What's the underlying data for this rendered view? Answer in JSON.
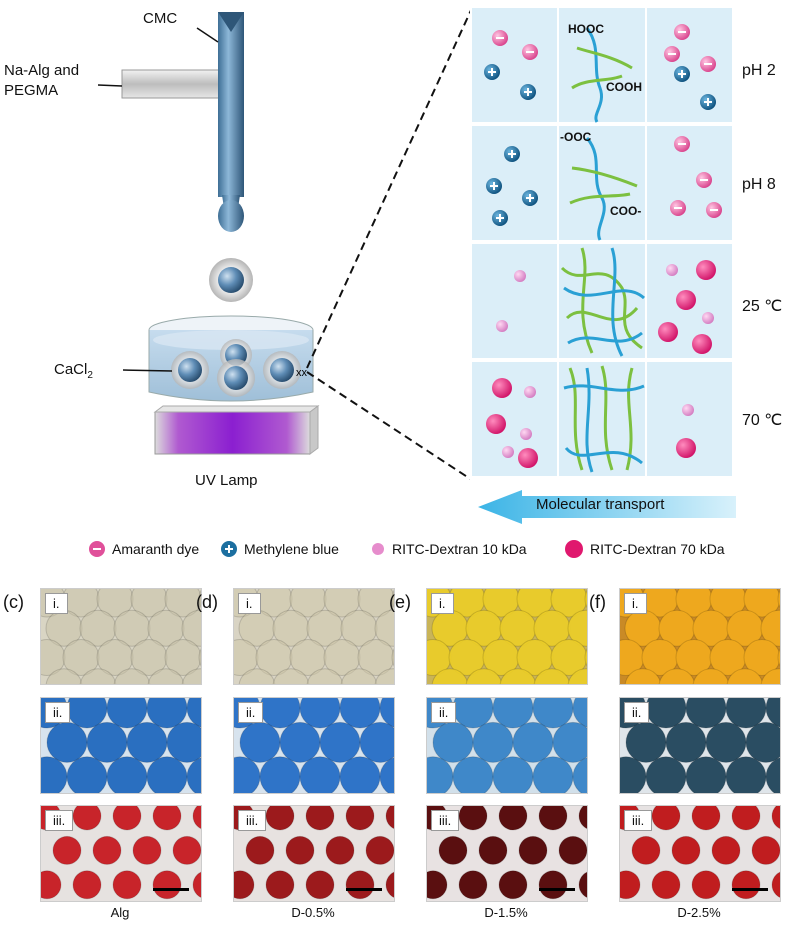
{
  "schematic": {
    "cmc_label": "CMC",
    "inlet_label_line1": "Na-Alg and",
    "inlet_label_line2": "PEGMA",
    "bath_label": "CaCl",
    "bath_sub": "2",
    "uv_label": "UV Lamp"
  },
  "zoom": {
    "rows": [
      {
        "condition": "pH 2",
        "chem_top": "HOOC",
        "chem_right": "COOH"
      },
      {
        "condition": "pH 8",
        "chem_top": "-OOC",
        "chem_right": "COO-"
      },
      {
        "condition": "25 ℃"
      },
      {
        "condition": "70 ℃"
      }
    ],
    "transport_label": "Molecular transport"
  },
  "legend": [
    {
      "label": "Amaranth dye",
      "color": "#e0509a"
    },
    {
      "label": "Methylene blue",
      "color": "#1c6fa0"
    },
    {
      "label": "RITC-Dextran 10 kDa",
      "color": "#e68ccc"
    },
    {
      "label": "RITC-Dextran 70 kDa",
      "color": "#e0186e"
    }
  ],
  "panels": [
    {
      "letter": "(c)",
      "caption": "Alg",
      "rows": [
        "i.",
        "ii.",
        "iii."
      ]
    },
    {
      "letter": "(d)",
      "caption": "D-0.5%",
      "rows": [
        "i.",
        "ii.",
        "iii."
      ]
    },
    {
      "letter": "(e)",
      "caption": "D-1.5%",
      "rows": [
        "i.",
        "ii.",
        "iii."
      ]
    },
    {
      "letter": "(f)",
      "caption": "D-2.5%",
      "rows": [
        "i.",
        "ii.",
        "iii."
      ]
    }
  ]
}
